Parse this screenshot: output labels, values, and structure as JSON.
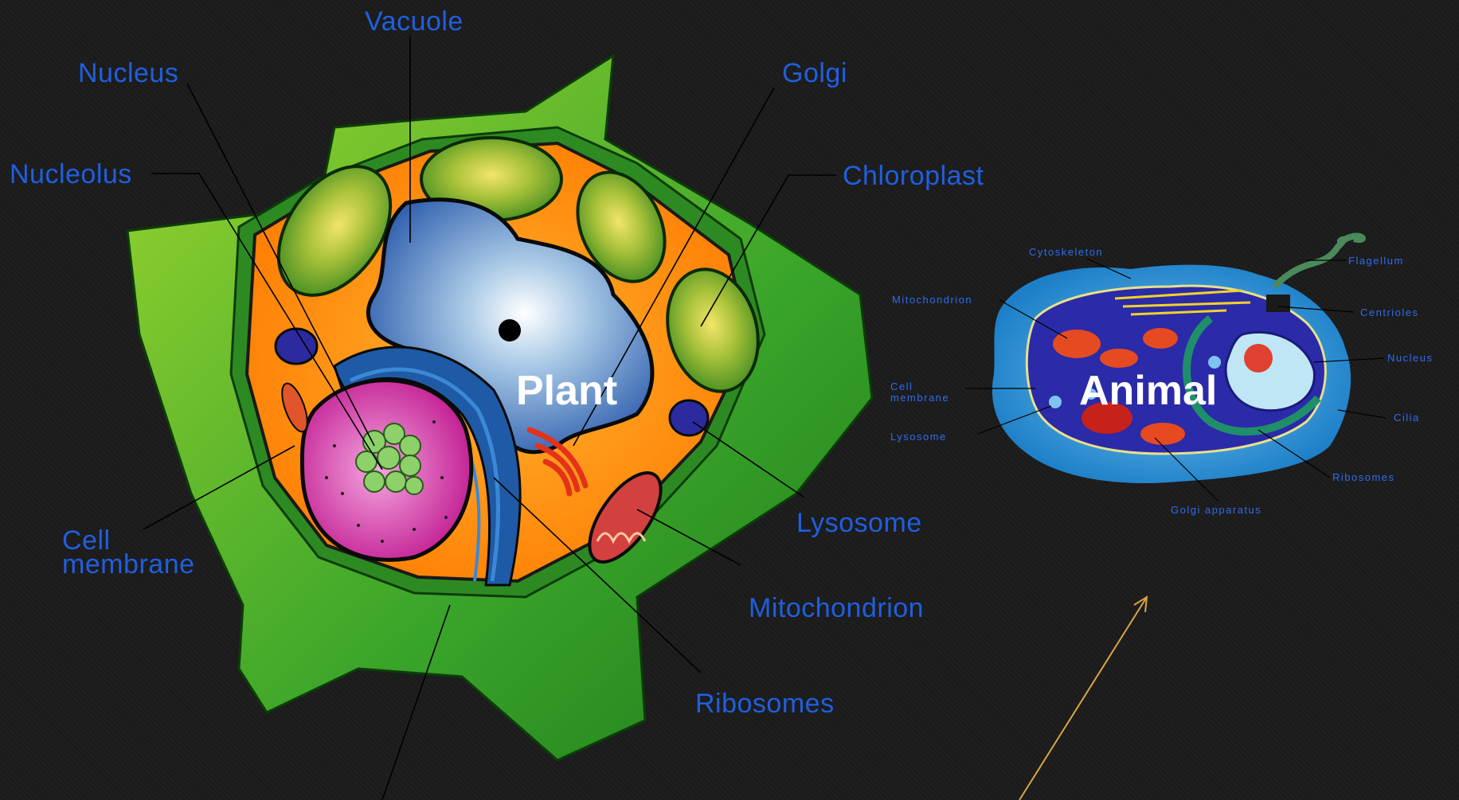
{
  "plant_cell": {
    "title": "Plant",
    "labels": {
      "vacuole": "Vacuole",
      "nucleus": "Nucleus",
      "nucleolus": "Nucleolus",
      "golgi": "Golgi",
      "chloroplast": "Chloroplast",
      "cell_membrane_line1": "Cell",
      "cell_membrane_line2": "membrane",
      "lysosome": "Lysosome",
      "mitochondrion": "Mitochondrion",
      "ribosomes": "Ribosomes"
    }
  },
  "animal_cell": {
    "title": "Animal",
    "labels": {
      "cytoskeleton": "Cytoskeleton",
      "flagellum": "Flagellum",
      "mitochondrion": "Mitochondrion",
      "centrioles": "Centrioles",
      "nucleus": "Nucleus",
      "cell_membrane_line1": "Cell",
      "cell_membrane_line2": "membrane",
      "cilia": "Cilia",
      "lysosome": "Lysosome",
      "ribosomes": "Ribosomes",
      "golgi_apparatus": "Golgi apparatus"
    }
  },
  "colors": {
    "background": "#1c1c1c",
    "label_blue": "#1f5fe0",
    "cell_wall_green": "#3fae2a",
    "cytoplasm_orange": "#ff8c00",
    "arrow": "#d9a441"
  }
}
